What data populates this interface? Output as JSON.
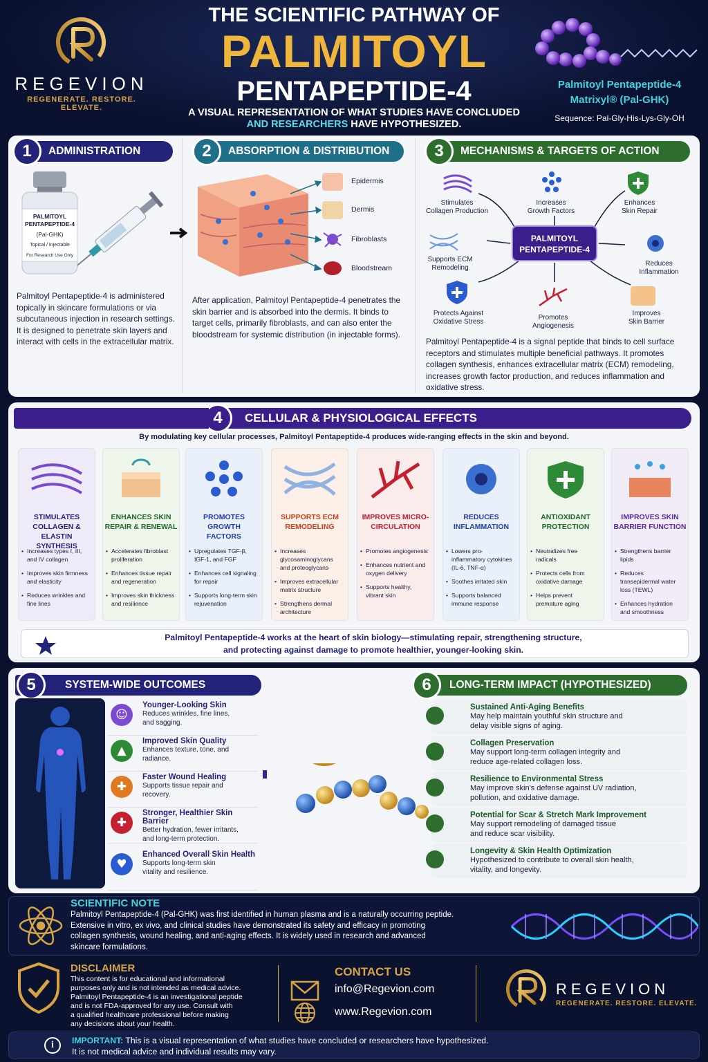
{
  "brand": {
    "name": "REGEVION",
    "tagline": "REGENERATE. RESTORE. ELEVATE."
  },
  "header": {
    "line1": "THE SCIENTIFIC PATHWAY OF",
    "line2": "PALMITOYL",
    "line3": "PENTAPEPTIDE-4",
    "subtitle_a": "A VISUAL REPRESENTATION OF WHAT STUDIES HAVE CONCLUDED",
    "subtitle_b1": "AND",
    "subtitle_b2": "RESEARCHERS",
    "subtitle_b3": "HAVE HYPOTHESIZED."
  },
  "molecule": {
    "name1": "Palmitoyl Pentapeptide-4",
    "name2": "Matrixyl® (Pal-GHK)",
    "sequence": "Sequence: Pal-Gly-His-Lys-Gly-OH"
  },
  "s1": {
    "num": "1",
    "title": "ADMINISTRATION",
    "vial": [
      "PALMITOYL",
      "PENTAPEPTIDE-4",
      "(Pal-GHK)",
      "Topical / Injectable",
      "For Research Use Only"
    ],
    "text": "Palmitoyl Pentapeptide-4 is administered topically in skincare formulations or via subcutaneous injection in research settings. It is designed to penetrate skin layers and interact with cells in the extracellular matrix."
  },
  "s2": {
    "num": "2",
    "title": "ABSORPTION & DISTRIBUTION",
    "layers": [
      "Epidermis",
      "Dermis",
      "Fibroblasts",
      "Bloodstream"
    ],
    "text": "After application, Palmitoyl Pentapeptide-4 penetrates the skin barrier and is absorbed into the dermis. It binds to target cells, primarily fibroblasts, and can also enter the bloodstream for systemic distribution (in injectable forms)."
  },
  "s3": {
    "num": "3",
    "title": "MECHANISMS & TARGETS OF ACTION",
    "center": [
      "PALMITOYL",
      "PENTAPEPTIDE-4"
    ],
    "targets": [
      {
        "label": [
          "Stimulates",
          "Collagen Production"
        ]
      },
      {
        "label": [
          "Increases",
          "Growth Factors"
        ]
      },
      {
        "label": [
          "Enhances",
          "Skin Repair"
        ]
      },
      {
        "label": [
          "Supports ECM",
          "Remodeling"
        ]
      },
      {
        "label": [
          "Reduces",
          "Inflammation"
        ]
      },
      {
        "label": [
          "Protects Against",
          "Oxidative Stress"
        ]
      },
      {
        "label": [
          "Promotes",
          "Angiogenesis"
        ]
      },
      {
        "label": [
          "Improves",
          "Skin Barrier"
        ]
      }
    ],
    "text": "Palmitoyl Pentapeptide-4 is a signal peptide that binds to cell surface receptors and stimulates multiple beneficial pathways. It promotes collagen synthesis, enhances extracellular matrix (ECM) remodeling, increases growth factor production, and reduces inflammation and oxidative stress."
  },
  "s4": {
    "num": "4",
    "title": "CELLULAR & PHYSIOLOGICAL EFFECTS",
    "intro": "By modulating key cellular processes, Palmitoyl Pentapeptide-4 produces wide-ranging effects in the skin and beyond.",
    "cards": [
      {
        "title": [
          "STIMULATES",
          "COLLAGEN & ELASTIN",
          "SYNTHESIS"
        ],
        "color": "#23237a",
        "bullets": [
          "Increases types I, III, and IV collagen",
          "Improves skin firmness and elasticity",
          "Reduces wrinkles and fine lines"
        ]
      },
      {
        "title": [
          "ENHANCES SKIN",
          "REPAIR & RENEWAL"
        ],
        "color": "#1c6a2a",
        "bullets": [
          "Accelerates fibroblast proliferation",
          "Enhances tissue repair and regeneration",
          "Improves skin thickness and resilience"
        ]
      },
      {
        "title": [
          "PROMOTES GROWTH",
          "FACTORS"
        ],
        "color": "#1f3fa8",
        "bullets": [
          "Upregulates TGF-β, IGF-1, and FGF",
          "Enhances cell signaling for repair",
          "Supports long-term skin rejuvenation"
        ]
      },
      {
        "title": [
          "SUPPORTS ECM",
          "REMODELING"
        ],
        "color": "#c8421c",
        "bullets": [
          "Increases glycosaminoglycans and proteoglycans",
          "Improves extracellular matrix structure",
          "Strengthens dermal architecture"
        ]
      },
      {
        "title": [
          "IMPROVES MICRO-",
          "CIRCULATION"
        ],
        "color": "#c42030",
        "bullets": [
          "Promotes angiogenesis",
          "Enhances nutrient and oxygen delivery",
          "Supports healthy, vibrant skin"
        ]
      },
      {
        "title": [
          "REDUCES",
          "INFLAMMATION"
        ],
        "color": "#1f3fa8",
        "bullets": [
          "Lowers pro-inflammatory cytokines (IL-6, TNF-α)",
          "Soothes irritated skin",
          "Supports balanced immune response"
        ]
      },
      {
        "title": [
          "ANTIOXIDANT",
          "PROTECTION"
        ],
        "color": "#1c6a2a",
        "bullets": [
          "Neutralizes free radicals",
          "Protects cells from oxidative damage",
          "Helps prevent premature aging"
        ]
      },
      {
        "title": [
          "IMPROVES SKIN",
          "BARRIER FUNCTION"
        ],
        "color": "#5a2a9a",
        "bullets": [
          "Strengthens barrier lipids",
          "Reduces transepidermal water loss (TEWL)",
          "Enhances hydration and smoothness"
        ]
      }
    ],
    "summary_a": "Palmitoyl Pentapeptide-4 works at the heart of skin biology—stimulating repair, strengthening structure,",
    "summary_b": "and protecting against damage to promote healthier, younger-looking skin."
  },
  "s5": {
    "num": "5",
    "title": "SYSTEM-WIDE OUTCOMES",
    "items": [
      {
        "title": "Younger-Looking Skin",
        "desc": [
          "Reduces wrinkles, fine lines,",
          "and sagging."
        ]
      },
      {
        "title": "Improved Skin Quality",
        "desc": [
          "Enhances texture, tone, and",
          "radiance."
        ]
      },
      {
        "title": "Faster Wound Healing",
        "desc": [
          "Supports tissue repair and",
          "recovery."
        ]
      },
      {
        "title": "Stronger, Healthier Skin Barrier",
        "desc": [
          "Better hydration, fewer irritants,",
          "and long-term protection."
        ]
      },
      {
        "title": "Enhanced Overall Skin Health",
        "desc": [
          "Supports long-term skin",
          "vitality and resilience."
        ]
      }
    ]
  },
  "s6": {
    "num": "6",
    "title": "LONG-TERM IMPACT (HYPOTHESIZED)",
    "items": [
      {
        "title": "Sustained Anti-Aging Benefits",
        "desc": [
          "May help maintain youthful skin structure and",
          "delay visible signs of aging."
        ]
      },
      {
        "title": "Collagen Preservation",
        "desc": [
          "May support long-term collagen integrity and",
          "reduce age-related collagen loss."
        ]
      },
      {
        "title": "Resilience to Environmental Stress",
        "desc": [
          "May improve skin's defense against UV radiation,",
          "pollution, and oxidative damage."
        ]
      },
      {
        "title": "Potential for Scar & Stretch Mark Improvement",
        "desc": [
          "May support remodeling of damaged tissue",
          "and reduce scar visibility."
        ]
      },
      {
        "title": "Longevity & Skin Health Optimization",
        "desc": [
          "Hypothesized to contribute to overall skin health,",
          "vitality, and longevity."
        ]
      }
    ]
  },
  "note": {
    "title": "SCIENTIFIC NOTE",
    "lines": [
      "Palmitoyl Pentapeptide-4 (Pal-GHK) was first identified in human plasma and is a naturally occurring peptide.",
      "Extensive in vitro, ex vivo, and clinical studies have demonstrated its safety and efficacy in promoting",
      "collagen synthesis, wound healing, and anti-aging effects. It is widely used in research and advanced",
      "skincare formulations."
    ]
  },
  "disclaimer": {
    "title": "DISCLAIMER",
    "lines": [
      "This content is for educational and informational",
      "purposes only and is not intended as medical advice.",
      "Palmitoyl Pentapeptide-4 is an investigational peptide",
      "and is not FDA-approved for any use. Consult with",
      "a qualified healthcare professional before making",
      "any decisions about your health."
    ]
  },
  "contact": {
    "title": "CONTACT US",
    "email": "info@Regevion.com",
    "web": "www.Regevion.com"
  },
  "important": {
    "label": "IMPORTANT:",
    "line1": "This is a visual representation of what studies have concluded or researchers have hypothesized.",
    "line2": "It is not medical advice and individual results may vary."
  },
  "colors": {
    "navy": "#23237a",
    "teal": "#1f6f8b",
    "green": "#2d6e2e",
    "purple": "#3a1f8c",
    "gold": "#d6a443",
    "bg": "#0b1230"
  }
}
